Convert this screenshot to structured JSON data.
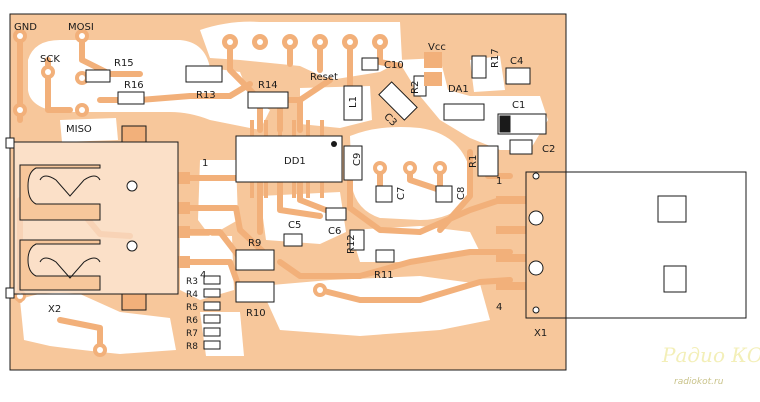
{
  "colors": {
    "copper": "#f7c79b",
    "copper_edge": "#f2b07a",
    "silk": "#1a1a1a",
    "background": "#ffffff",
    "watermark": "#f3efb8"
  },
  "pins": {
    "gnd": "GND",
    "mosi": "MOSI",
    "sck": "SCK",
    "miso": "MISO",
    "vcc": "Vcc",
    "reset": "Reset"
  },
  "components": {
    "r15": "R15",
    "r16": "R16",
    "r13": "R13",
    "r14": "R14",
    "r17": "R17",
    "r2": "R2",
    "r1": "R1",
    "r9": "R9",
    "r10": "R10",
    "r11": "R11",
    "r12": "R12",
    "r3": "R3",
    "r4": "R4",
    "r5": "R5",
    "r6": "R6",
    "r7": "R7",
    "r8": "R8",
    "c10": "C10",
    "c4": "C4",
    "c1": "C1",
    "c2": "C2",
    "c3": "C3",
    "c9": "C9",
    "c7": "C7",
    "c8": "C8",
    "c5": "C5",
    "c6": "C6",
    "l1": "L1",
    "da1": "DA1",
    "dd1": "DD1",
    "x1": "X1",
    "x2": "X2"
  },
  "pin_numbers": {
    "x2_pin1": "1",
    "x2_pin4": "4",
    "x1_pin1": "1",
    "x1_pin4": "4"
  },
  "watermark": {
    "title": "Радио КОТ",
    "url": "radiokot.ru"
  }
}
